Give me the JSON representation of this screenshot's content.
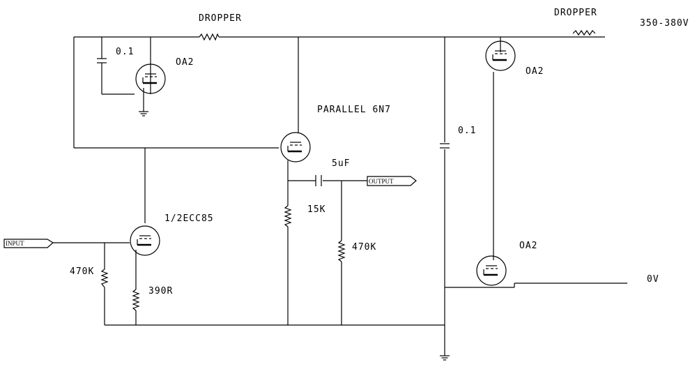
{
  "labels": {
    "dropper_top": "DROPPER",
    "dropper_right": "DROPPER",
    "supply_voltage": "350-380V",
    "cap_left": "0.1",
    "oa2_left": "OA2",
    "oa2_top_right": "OA2",
    "parallel_tube": "PARALLEL 6N7",
    "cap_right": "0.1",
    "coupling_cap": "5uF",
    "output": "OUTPUT",
    "input_tube": "1/2ECC85",
    "res_15k": "15K",
    "res_470k_right": "470K",
    "oa2_bottom_right": "OA2",
    "input": "INPUT",
    "res_470k_left": "470K",
    "res_390r": "390R",
    "zero_volt": "0V"
  }
}
